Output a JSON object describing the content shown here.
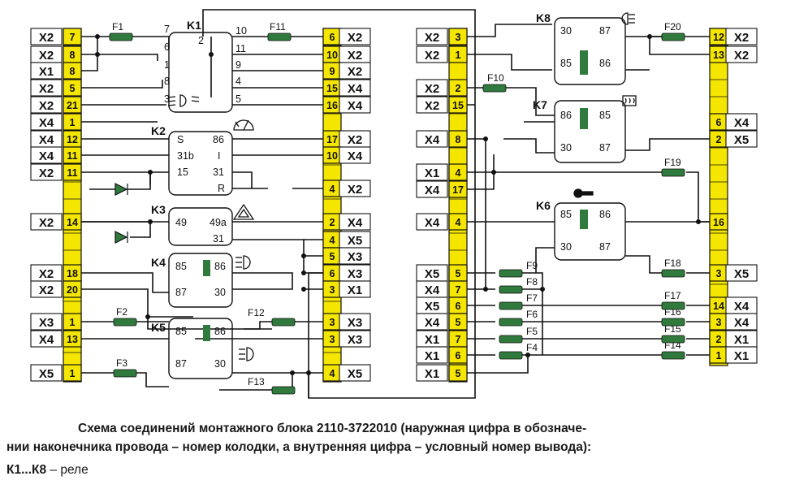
{
  "caption": {
    "line1": "Схема соединений монтажного блока 2110-3722010 (наружная цифра в обозначе-",
    "line2": "нии наконечника провода – номер колодки, а внутренняя цифра – условный номер вывода):",
    "relays_bold": "К1...К8",
    "relays_text": " – реле"
  },
  "connectors": {
    "left": [
      {
        "block": "X2",
        "pin": "7"
      },
      {
        "block": "X2",
        "pin": "8"
      },
      {
        "block": "X1",
        "pin": "8"
      },
      {
        "block": "X2",
        "pin": "5"
      },
      {
        "block": "X2",
        "pin": "21"
      },
      {
        "block": "X4",
        "pin": "1"
      },
      {
        "block": "X4",
        "pin": "12"
      },
      {
        "block": "X4",
        "pin": "11"
      },
      {
        "block": "X2",
        "pin": "11"
      },
      {
        "block": "X2",
        "pin": "14"
      },
      {
        "block": "X2",
        "pin": "18"
      },
      {
        "block": "X2",
        "pin": "20"
      },
      {
        "block": "X3",
        "pin": "1"
      },
      {
        "block": "X4",
        "pin": "13"
      },
      {
        "block": "X5",
        "pin": "1"
      }
    ],
    "mid": [
      {
        "block": "X2",
        "pin": "6"
      },
      {
        "block": "X2",
        "pin": "10"
      },
      {
        "block": "X2",
        "pin": "9"
      },
      {
        "block": "X4",
        "pin": "15"
      },
      {
        "block": "X4",
        "pin": "16"
      },
      {
        "block": "X2",
        "pin": "17"
      },
      {
        "block": "X4",
        "pin": "10"
      },
      {
        "block": "X2",
        "pin": "4"
      },
      {
        "block": "X4",
        "pin": "2"
      },
      {
        "block": "X5",
        "pin": "4"
      },
      {
        "block": "X3",
        "pin": "5"
      },
      {
        "block": "X3",
        "pin": "6"
      },
      {
        "block": "X1",
        "pin": "3"
      },
      {
        "block": "X3",
        "pin": "3"
      },
      {
        "block": "X3",
        "pin": "3"
      },
      {
        "block": "X5",
        "pin": "4"
      }
    ],
    "cl": [
      {
        "block": "X2",
        "pin": "3"
      },
      {
        "block": "X2",
        "pin": "1"
      },
      {
        "block": "X2",
        "pin": "2"
      },
      {
        "block": "X2",
        "pin": "15"
      },
      {
        "block": "X4",
        "pin": "8"
      },
      {
        "block": "X1",
        "pin": "4"
      },
      {
        "block": "X4",
        "pin": "17"
      },
      {
        "block": "X4",
        "pin": "4"
      },
      {
        "block": "X5",
        "pin": "5"
      },
      {
        "block": "X4",
        "pin": "7"
      },
      {
        "block": "X5",
        "pin": "6"
      },
      {
        "block": "X4",
        "pin": "5"
      },
      {
        "block": "X1",
        "pin": "7"
      },
      {
        "block": "X1",
        "pin": "6"
      },
      {
        "block": "X1",
        "pin": "5"
      }
    ],
    "right": [
      {
        "block": "X2",
        "pin": "12"
      },
      {
        "block": "X2",
        "pin": "13"
      },
      {
        "block": "X4",
        "pin": "6"
      },
      {
        "block": "X5",
        "pin": "2"
      },
      {
        "block": "",
        "pin": "16"
      },
      {
        "block": "X5",
        "pin": "3"
      },
      {
        "block": "X4",
        "pin": "14"
      },
      {
        "block": "X4",
        "pin": "3"
      },
      {
        "block": "X1",
        "pin": "2"
      },
      {
        "block": "X1",
        "pin": "1"
      }
    ]
  },
  "relays": [
    {
      "id": "K1",
      "pins": [
        "7",
        "6",
        "1",
        "8",
        "3",
        "2",
        "10",
        "11",
        "9",
        "4",
        "5"
      ]
    },
    {
      "id": "K2",
      "pins": [
        "S",
        "31b",
        "15",
        "86",
        "I",
        "31",
        "R"
      ]
    },
    {
      "id": "K3",
      "pins": [
        "49",
        "49a",
        "31"
      ]
    },
    {
      "id": "K4",
      "pins": [
        "85",
        "86",
        "87",
        "30"
      ]
    },
    {
      "id": "K5",
      "pins": [
        "85",
        "86",
        "87",
        "30"
      ]
    },
    {
      "id": "K6",
      "pins": [
        "85",
        "86",
        "30",
        "87"
      ]
    },
    {
      "id": "K7",
      "pins": [
        "86",
        "85",
        "30",
        "87"
      ]
    },
    {
      "id": "K8",
      "pins": [
        "30",
        "87",
        "85",
        "86"
      ]
    }
  ],
  "fuses": [
    "F1",
    "F2",
    "F3",
    "F4",
    "F5",
    "F6",
    "F7",
    "F8",
    "F9",
    "F10",
    "F11",
    "F12",
    "F13",
    "F14",
    "F15",
    "F16",
    "F17",
    "F18",
    "F19",
    "F20"
  ],
  "icons": [
    "low-beam-icon",
    "wiper-icon",
    "hazard-triangle-icon",
    "high-beam-icon",
    "headlight-icon",
    "fog-light-icon",
    "rear-defrost-icon",
    "ignition-key-icon"
  ],
  "colors": {
    "pin_fill": "#f5e600",
    "fuse_fill": "#2f7a3c",
    "wire": "#111111"
  }
}
